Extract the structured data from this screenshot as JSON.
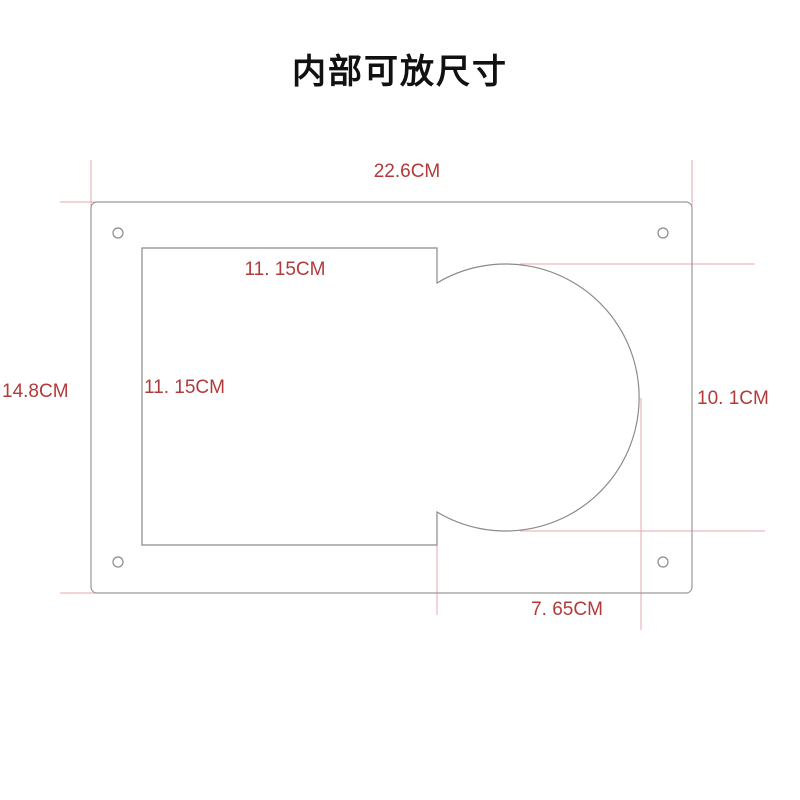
{
  "page": {
    "title": "内部可放尺寸"
  },
  "dimensions": {
    "outer_width": "22.6CM",
    "outer_height": "14.8CM",
    "inner_width": "11. 15CM",
    "inner_height": "11. 15CM",
    "circle_diameter": "10. 1CM",
    "circle_depth": "7. 65CM"
  },
  "colors": {
    "dimension_text": "#b23a3a",
    "outline": "#9a9a9a",
    "extension_line": "#e6a9ad"
  }
}
